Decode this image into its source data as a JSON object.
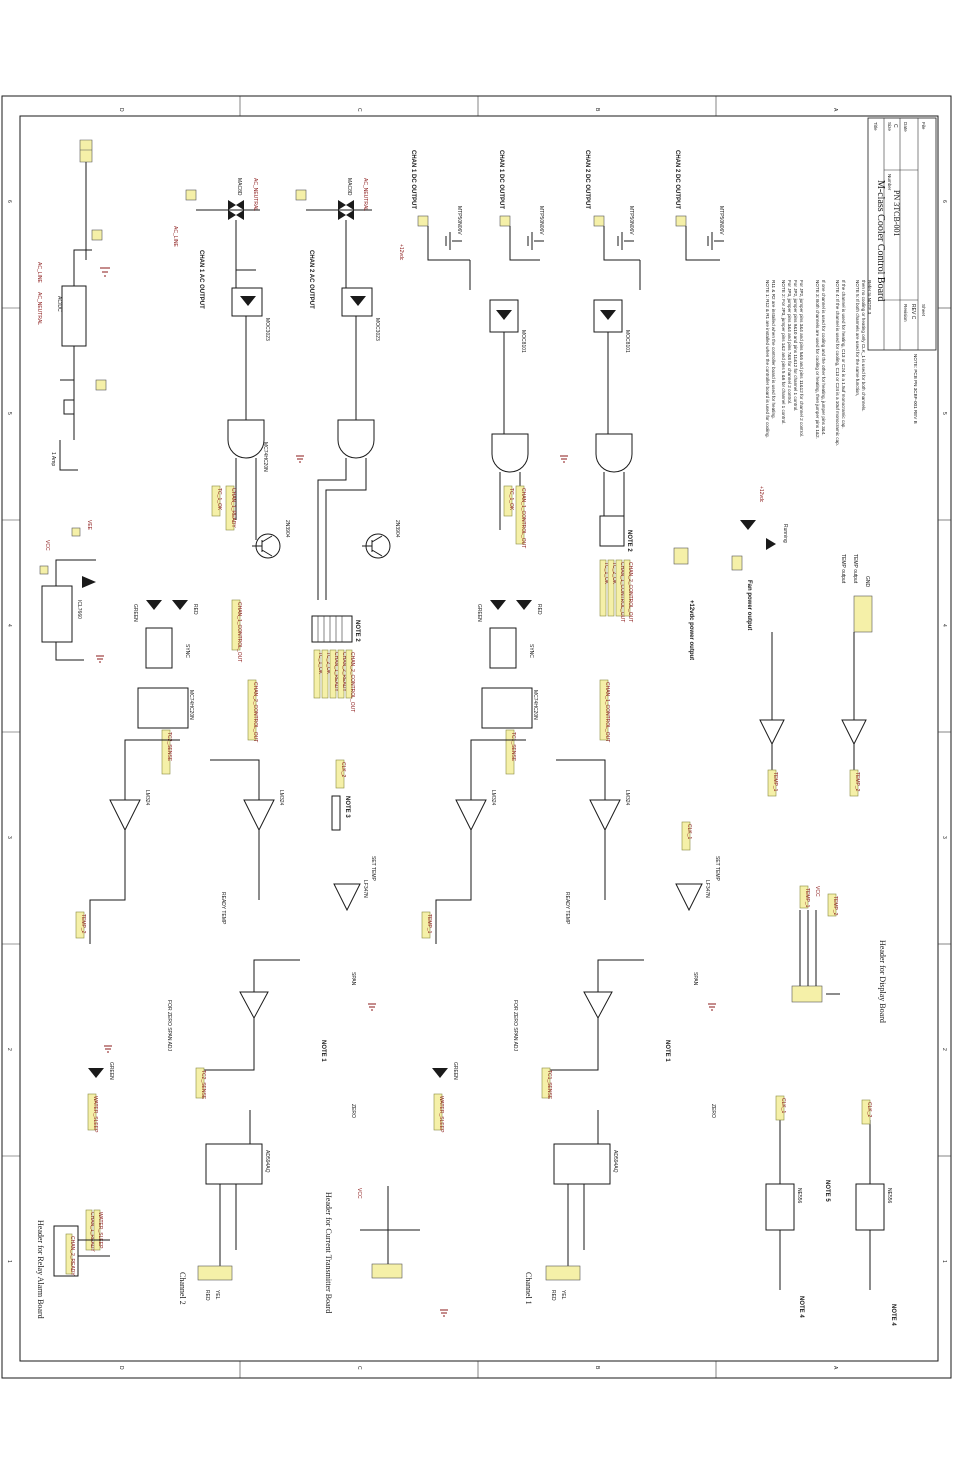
{
  "title_block": {
    "title": "M-class Cooler Control Board",
    "part_number": "PN 3TCB-001",
    "revision_label": "Revision",
    "revision": "REV C",
    "size_label": "Size",
    "size": "C",
    "number_label": "Number",
    "date_label": "Date",
    "sheet_label": "Sheet",
    "file_label": "File",
    "title_label": "Title",
    "pcb_note": "NOTE: PCB PN 3CBF-001 REV B"
  },
  "zones": {
    "columns": [
      "6",
      "5",
      "4",
      "3",
      "2",
      "1"
    ],
    "rows": [
      "D",
      "C",
      "B",
      "A"
    ]
  },
  "section_labels": {
    "channel2": "Channel 2",
    "channel1": "Channel 1",
    "relay_header": "Header for Relay Alarm Board",
    "current_tx_header": "Header for Current Transmitter Board",
    "display_header": "Header for Display Board",
    "chan1_ac": "CHAN 1 AC OUTPUT",
    "chan2_ac": "CHAN 2 AC OUTPUT",
    "chan1_dc_a": "CHAN 1 DC OUTPUT",
    "chan1_dc_b": "CHAN 1 DC OUTPUT",
    "chan2_dc_a": "CHAN 2 DC OUTPUT",
    "chan2_dc_b": "CHAN 2 DC OUTPUT",
    "fan_output": "Fan power output",
    "p12v_output": "+12vdc power output",
    "temp_output_1": "TEMP output",
    "temp_output_2": "TEMP output",
    "gnd_label": "GND",
    "ac_neutral_1": "AC_NEUTRAL",
    "ac_neutral_2": "AC_NEUTRAL",
    "ac_line": "AC_LINE",
    "zero_span_1": "FOR ZERO SPAN ADJ",
    "zero_span_2": "FOR ZERO SPAN ADJ",
    "ready_temp_1": "READY TEMP",
    "ready_temp_2": "READY TEMP",
    "set_temp_1": "SET TEMP",
    "set_temp_2": "SET TEMP",
    "zero_1": "ZERO",
    "zero_2": "ZERO",
    "span_1": "SPAN",
    "span_2": "SPAN"
  },
  "notes": [
    "NOTE 1: R12 & R1 are installed when the controller board is used for cooling.",
    "R11 & R2 are installed when the controller board is used for heating.",
    "NOTE 2: For JP3, jumper pins 1&2 and pins 5 &6 for channel 1 control.",
    "For JP3, jumper pins 3&4 and pins 7&8 for channel 2 control.",
    "For JP2, jumper pins 9&10 and pins 11&12 for channel 1 control.",
    "For JP2, jumper pins 3&4 and pins 5&6 and pins 11&12 for channel 2 control.",
    "NOTE 3: Both channels are used for cooling or heating, then jumper pins 1&2.",
    "If one channel is used for cooling and the other for heating, jumper pins 3&4.",
    "NOTE 4: If the channel is used for cooling, C13 or C24 is a 10uf monocramic cap.",
    "If the channel is used for heating, C13 or C24 is a 1.5uf monocramic cap.",
    "NOTE 5: If both channels are used for the same function,",
    "then no cooling or heating only CLK_1 is used for both channels.",
    "Refer to NOTE 3"
  ],
  "note_markers": {
    "note1_a": "NOTE 1",
    "note1_b": "NOTE 1",
    "note2_a": "NOTE 2",
    "note2_b": "NOTE 2",
    "note3": "NOTE 3",
    "note4_a": "NOTE 4",
    "note4_b": "NOTE 4",
    "note5": "NOTE 5"
  },
  "net_tags": {
    "temp_1": "TEMP_1",
    "temp_2": "TEMP_2",
    "temp_1b": "TEMP_1",
    "temp_2b": "TEMP_2",
    "tc1_sense": "TC1_SENSE",
    "tc2_sense": "TC2_SENSE",
    "tc1_sense_b": "TC1_SENSE",
    "tc2_sense_b": "TC2_SENSE",
    "water_sleep_1": "WATER_SLEEP",
    "water_sleep_2": "WATER_SLEEP",
    "clk_1": "CLK_1",
    "clk_2": "CLK_2",
    "clk_1b": "CLK_1",
    "clk_2b": "CLK_2",
    "chan1_control_out": "CHAN_1_CONTROL_OUT",
    "chan2_control_out": "CHAN_2_CONTROL_OUT",
    "chan1_control_out_b": "CHAN_1_CONTROL_OUT",
    "chan2_control_out_b": "CHAN_2_CONTROL_OUT",
    "tc1_ok": "TC_1_OK",
    "tc2_ok": "TC_2_OK",
    "chan1_ready": "CHAN_1_READY",
    "chan2_ready": "CHAN_2_READY",
    "tc1_ok_b": "TC_1_OK",
    "tc2_ok_b": "TC_2_OK"
  },
  "components": {
    "ac_dc": "AC/DC",
    "ic_u6": "ICL7660",
    "ic_u5": "MC74HC20N",
    "opamp": "LM324",
    "ad594": "AD594AQ",
    "lf347": "LF347N",
    "ne556": "NE556",
    "moc3023_1": "MOC3023",
    "moc3023_2": "MOC3023",
    "moc_dc_1": "MOC8101",
    "moc_dc_2": "MOC8101",
    "q_mosfet_1": "MTP50N06V",
    "q_mosfet_2": "MTP50N06V",
    "q_mosfet_3": "MTP50N06V",
    "q_mosfet_4": "MTP50N06V",
    "triac_1": "MAC8D",
    "triac_2": "MAC8D",
    "npn_1": "2N3904",
    "npn_2": "2N3904",
    "fuse": "1 Amp",
    "vcc": "VCC",
    "vee": "VEE",
    "p12vdc": "+12vdc",
    "green": "GREEN",
    "red": "RED",
    "yel": "YEL",
    "sync": "SYNC",
    "running": "Running"
  },
  "colors": {
    "wire": "#1a1a1a",
    "ground": "#8b1a1a",
    "tag_fill": "#f5f0a8",
    "tag_text": "#8b1a1a"
  }
}
